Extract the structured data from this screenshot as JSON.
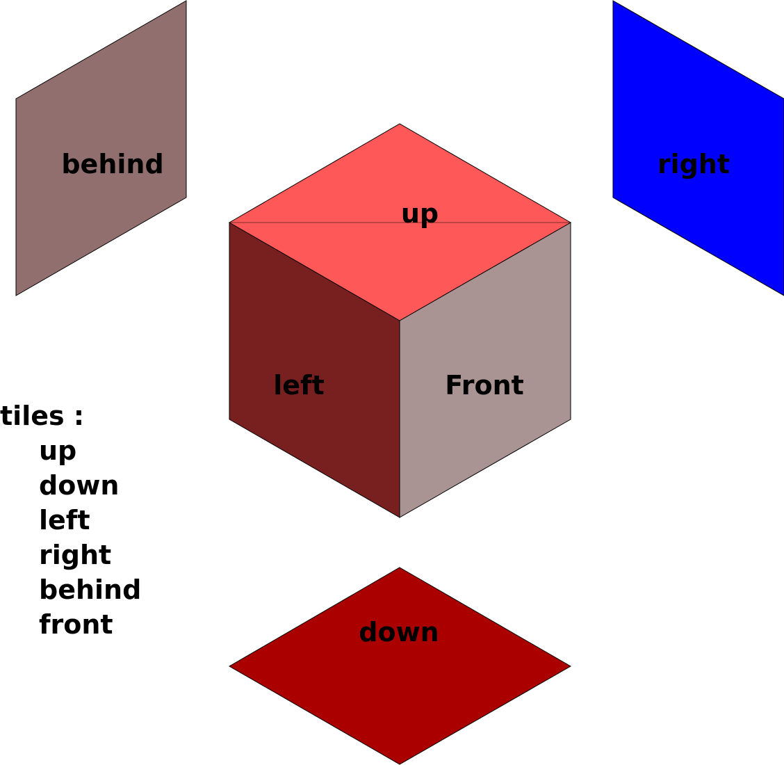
{
  "colors": {
    "up": "#ff5858",
    "left": "#782020",
    "front": "#aa9393",
    "behind": "#916f6f",
    "right": "#0000ff",
    "down": "#aa0000",
    "outline": "#000000",
    "text": "#000000"
  },
  "labels": {
    "behind": "behind",
    "right": "right",
    "up": "up",
    "left": "left",
    "front": "Front",
    "down": "down"
  },
  "legend": {
    "title": "tiles :",
    "items": [
      "up",
      "down",
      "left",
      "right",
      "behind",
      "front"
    ]
  }
}
